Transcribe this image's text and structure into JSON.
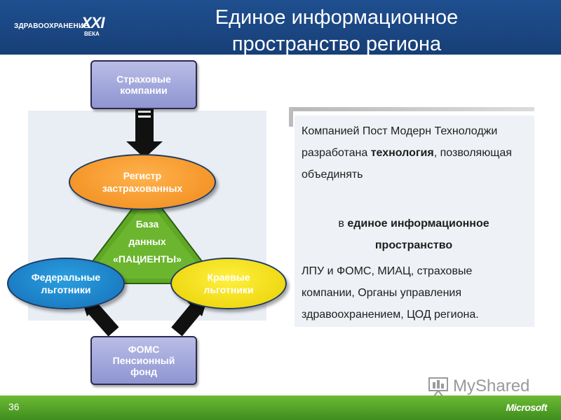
{
  "header": {
    "title_line1": "Единое информационное",
    "title_line2": "пространство региона",
    "logo_text": "ЗДРАВООХРАНЕНИЕ",
    "logo_mark": "XXI",
    "logo_sub": "ВЕКА"
  },
  "diagram": {
    "top_box": [
      "Страховые",
      "компании"
    ],
    "registry": [
      "Регистр",
      "застрахованных"
    ],
    "database": [
      "База",
      "данных",
      "«ПАЦИЕНТЫ»"
    ],
    "federal": [
      "Федеральные",
      "льготники"
    ],
    "regional": [
      "Краевые",
      "льготники"
    ],
    "bottom_box": [
      "ФОМС",
      "Пенсионный",
      "фонд"
    ]
  },
  "panel": {
    "p1_a": "Компанией Пост Модерн Технолоджи разработана ",
    "p1_b": "технология",
    "p1_c": ", позволяющая объединять",
    "p2_a": "в ",
    "p2_b": "единое информационное пространство",
    "p3": "ЛПУ и ФОМС, МИАЦ, страховые компании, Органы управления здравоохранением, ЦОД региона."
  },
  "footer": {
    "slide_number": "36",
    "brand": "Microsoft"
  },
  "watermark": {
    "text": "MyShared"
  },
  "colors": {
    "header": "#1f4f8f",
    "footer": "#4f9e24",
    "registry": "#f08a1a",
    "federal": "#1670b8",
    "regional": "#e8d000",
    "database": "#5ea826",
    "box": "#8e95d1"
  }
}
